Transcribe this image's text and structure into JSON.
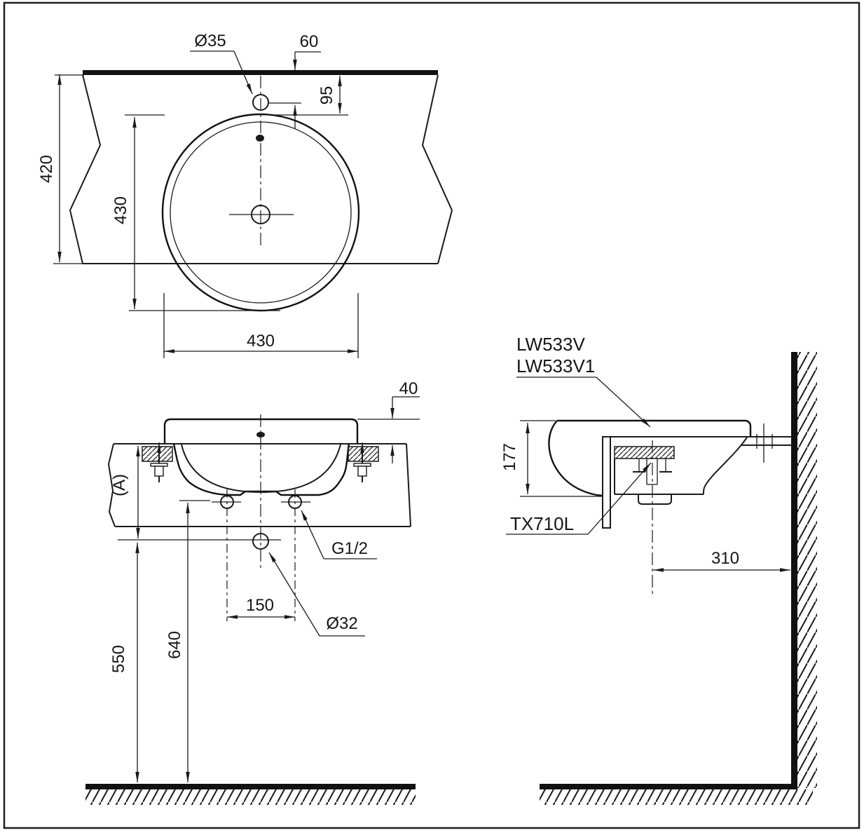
{
  "drawing": {
    "top_view": {
      "faucet_hole_diameter": "Ø35",
      "faucet_center_to_wall": "60",
      "rim_to_wall": "95",
      "counter_depth": "420",
      "basin_diameter_vertical": "430",
      "basin_diameter_horizontal": "430"
    },
    "front_view": {
      "rim_above_counter": "40",
      "counter_reference": "(A)",
      "supply_connection": "G1/2",
      "supply_hole_spacing": "150",
      "drain_hole_diameter": "Ø32",
      "floor_to_supply_center": "640",
      "floor_to_drain_center": "550"
    },
    "side_view": {
      "model_code_1": "LW533V",
      "model_code_2": "LW533V1",
      "basin_height": "177",
      "faucet_model_code": "TX710L",
      "drain_center_to_wall": "310"
    }
  }
}
